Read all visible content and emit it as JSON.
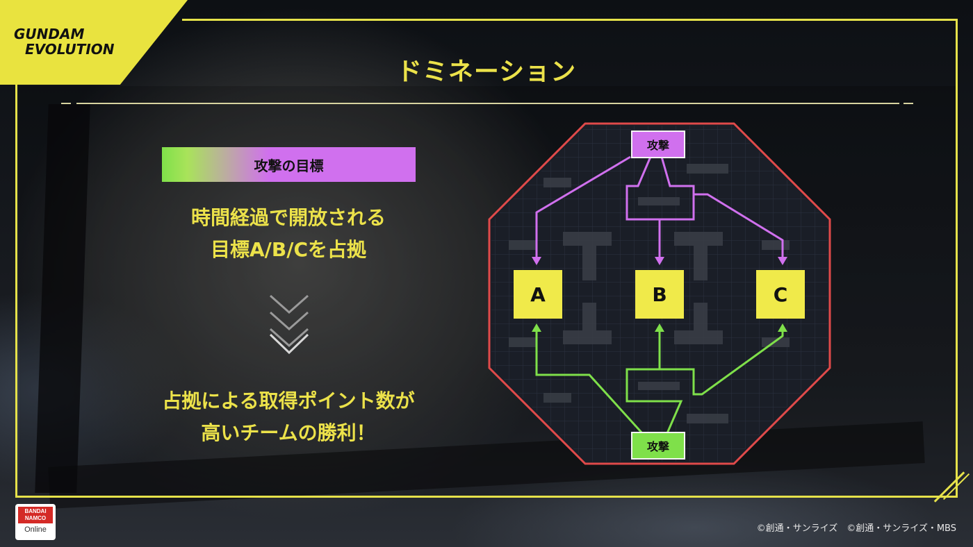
{
  "brand": {
    "logo_line1": "GUNDAM",
    "logo_line2": "EVOLUTION",
    "publisher_badge": "BANDAI NAMCO",
    "publisher_sub": "Online"
  },
  "slide": {
    "title": "ドミネーション",
    "section_label": "攻撃の目標",
    "description_lines": [
      "時間経過で開放される",
      "目標A/B/Cを占拠"
    ],
    "result_lines": [
      "占拠による取得ポイント数が",
      "高いチームの勝利！"
    ]
  },
  "map": {
    "points": [
      "A",
      "B",
      "C"
    ],
    "top_attack_label": "攻撃",
    "bottom_attack_label": "攻撃",
    "top_team_color": "#d070ee",
    "bottom_team_color": "#7fe04a",
    "point_color": "#f0ea4a",
    "border_color": "#e04a4a"
  },
  "footer": {
    "copyright": "©創通・サンライズ　©創通・サンライズ・MBS"
  },
  "colors": {
    "accent_yellow": "#ece24a"
  }
}
